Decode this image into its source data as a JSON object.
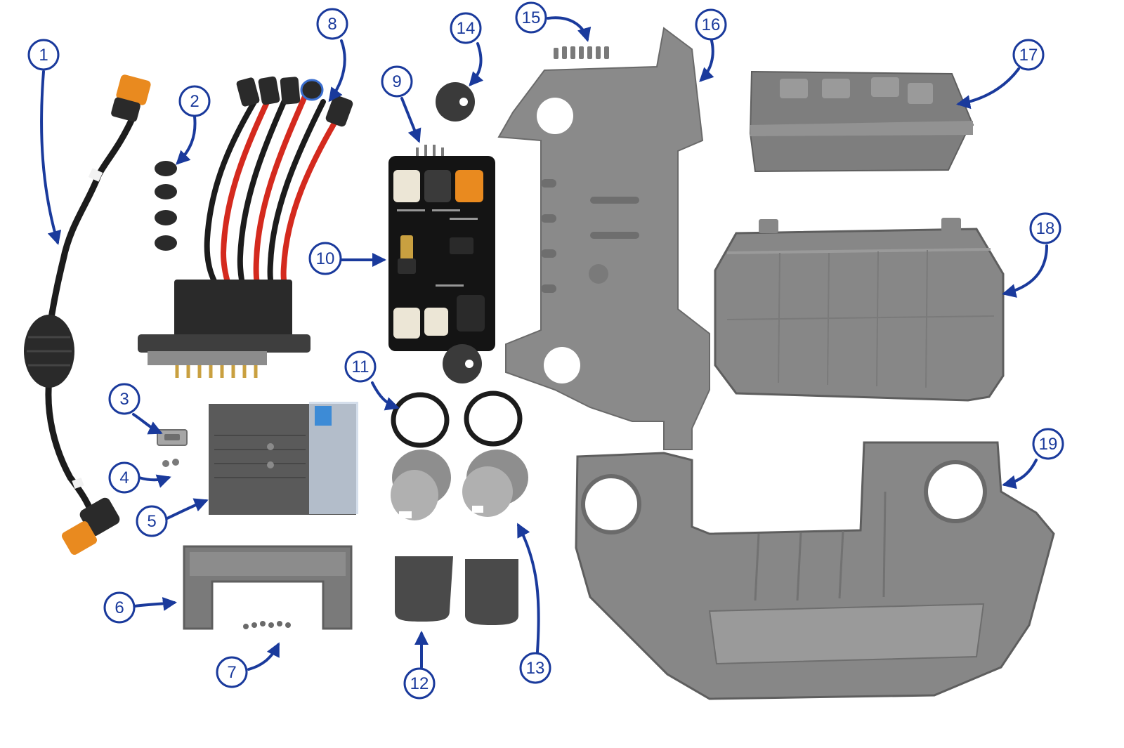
{
  "colors": {
    "accent": "#1a3a9c",
    "plastic": "#8a8a8a",
    "plastic_dark": "#5e5e5e",
    "plastic_light": "#a6a6a6",
    "cable": "#1c1c1c",
    "connector_orange": "#e98a1f",
    "wire_red": "#d42a1e",
    "pcb": "#141414",
    "brass": "#c9a040",
    "background": "#ffffff"
  },
  "callouts": [
    {
      "label": "1"
    },
    {
      "label": "2"
    },
    {
      "label": "3"
    },
    {
      "label": "4"
    },
    {
      "label": "5"
    },
    {
      "label": "6"
    },
    {
      "label": "7"
    },
    {
      "label": "8"
    },
    {
      "label": "9"
    },
    {
      "label": "10"
    },
    {
      "label": "11"
    },
    {
      "label": "12"
    },
    {
      "label": "13"
    },
    {
      "label": "14"
    },
    {
      "label": "15"
    },
    {
      "label": "16"
    },
    {
      "label": "17"
    },
    {
      "label": "18"
    },
    {
      "label": "19"
    }
  ]
}
